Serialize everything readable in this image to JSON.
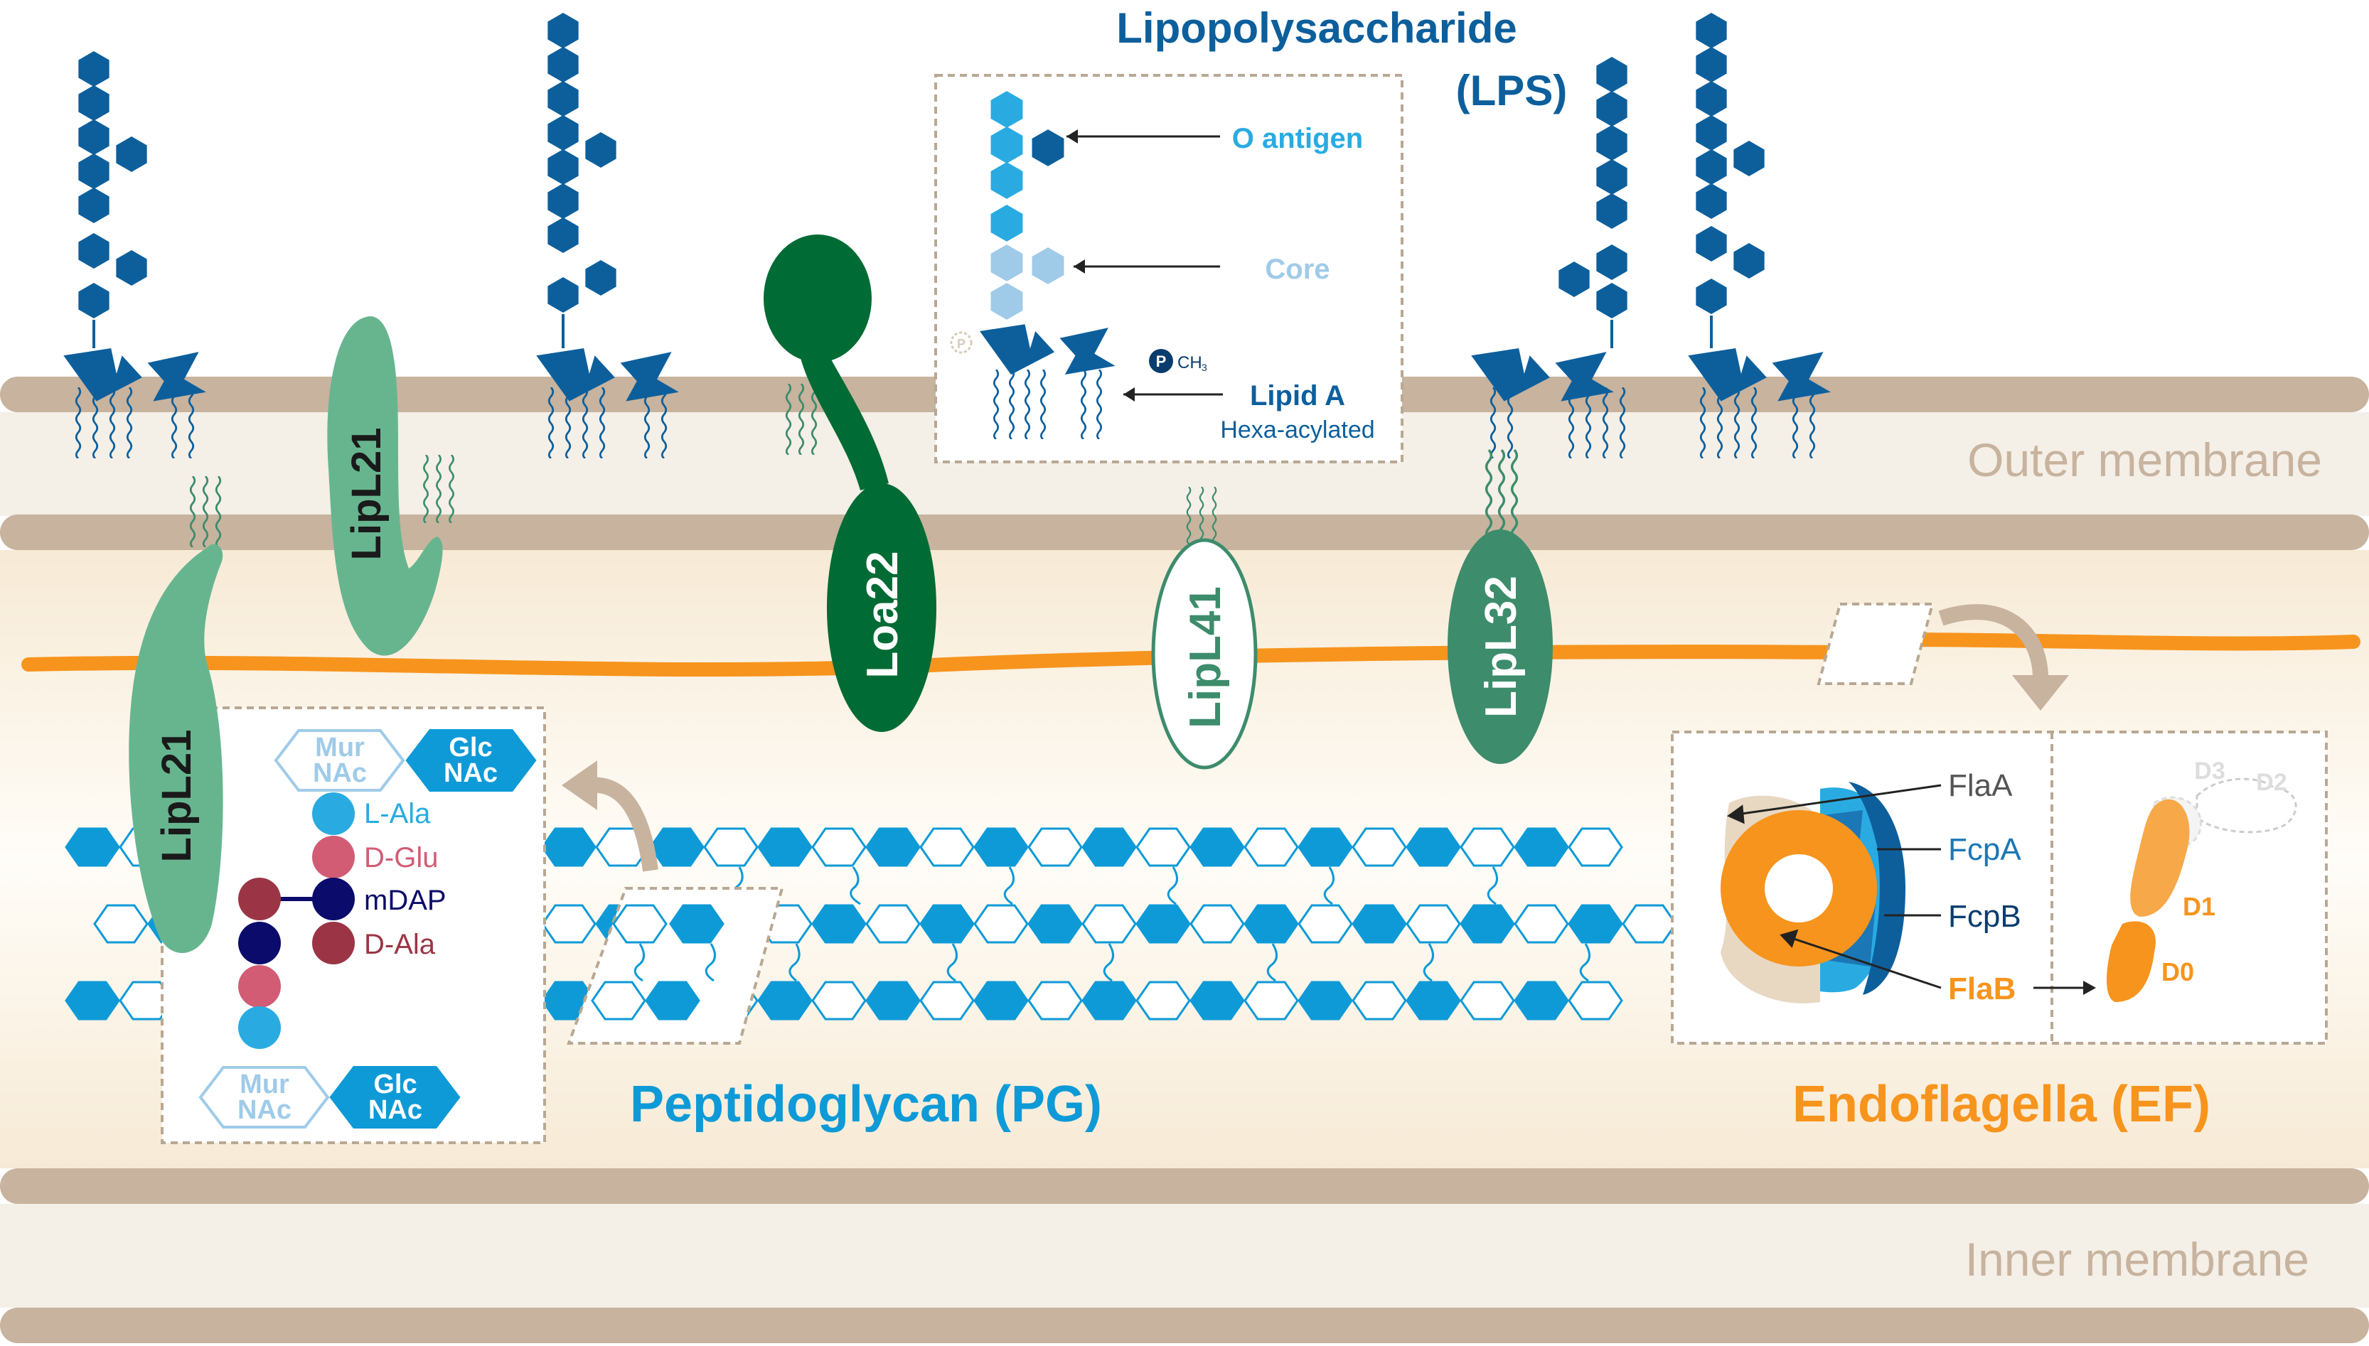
{
  "colors": {
    "membrane_band": "#c7b39e",
    "membrane_fill": "#f4efe7",
    "periplasm": "#fbf3e4",
    "lps_blue": "#0d5f9c",
    "o_antigen_blue": "#29abe2",
    "core_blue": "#9fcbe8",
    "pg_blue": "#0e9ad7",
    "lipl21": "#67b58f",
    "loa22": "#006b34",
    "lipl32": "#3d8c6c",
    "lipl41_stroke": "#3d8c6c",
    "orange": "#f7941d",
    "flab_text": "#f7941d",
    "dap_navy": "#0b0b6b",
    "dala_maroon": "#9b3545",
    "dglu_pink": "#d15c74"
  },
  "labels": {
    "lps_title_1": "Lipopolysaccharide",
    "lps_title_2": "(LPS)",
    "o_antigen": "O antigen",
    "core": "Core",
    "lipid_a": "Lipid A",
    "hexa_acylated": "Hexa-acylated",
    "phosphate": "P",
    "methyl": "CH",
    "methyl_sub": "3",
    "outer_membrane": "Outer membrane",
    "inner_membrane": "Inner membrane",
    "peptidoglycan": "Peptidoglycan (PG)",
    "endoflagella": "Endoflagella (EF)"
  },
  "proteins": {
    "lipl21_top": "LipL21",
    "lipl21_bottom": "LipL21",
    "loa22": "Loa22",
    "lipl41": "LipL41",
    "lipl32": "LipL32"
  },
  "pg_inset": {
    "murnac_1": "Mur",
    "murnac_2": "NAc",
    "glcnac_1": "Glc",
    "glcnac_2": "NAc",
    "l_ala": "L-Ala",
    "d_glu": "D-Glu",
    "mdap": "mDAP",
    "d_ala": "D-Ala"
  },
  "ef_inset": {
    "flaa": "FlaA",
    "fcpa": "FcpA",
    "fcpb": "FcpB",
    "flab": "FlaB",
    "d0": "D0",
    "d1": "D1",
    "d2": "D2",
    "d3": "D3"
  }
}
